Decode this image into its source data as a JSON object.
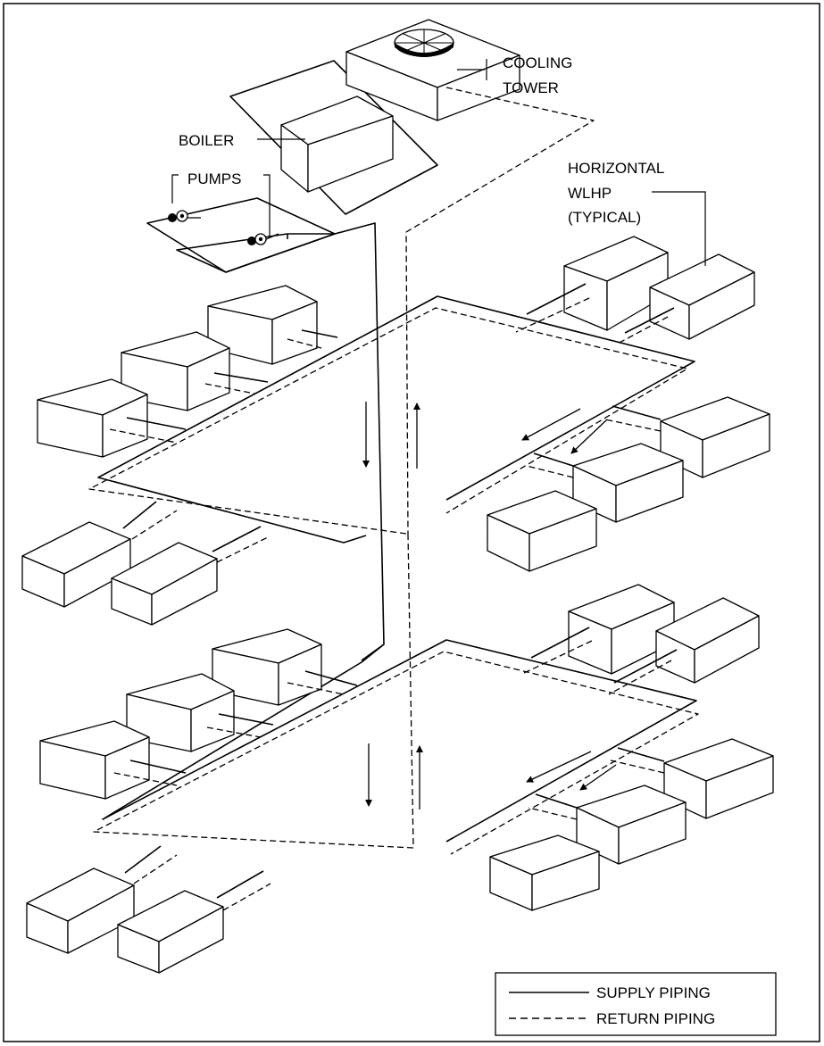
{
  "labels": {
    "cooling_tower_line1": "COOLING",
    "cooling_tower_line2": "TOWER",
    "boiler": "BOILER",
    "pumps": "PUMPS",
    "wlhp_line1": "HORIZONTAL",
    "wlhp_line2": "WLHP",
    "wlhp_line3": "(TYPICAL)"
  },
  "legend": {
    "supply": "SUPPLY PIPING",
    "return": "RETURN PIPING"
  }
}
